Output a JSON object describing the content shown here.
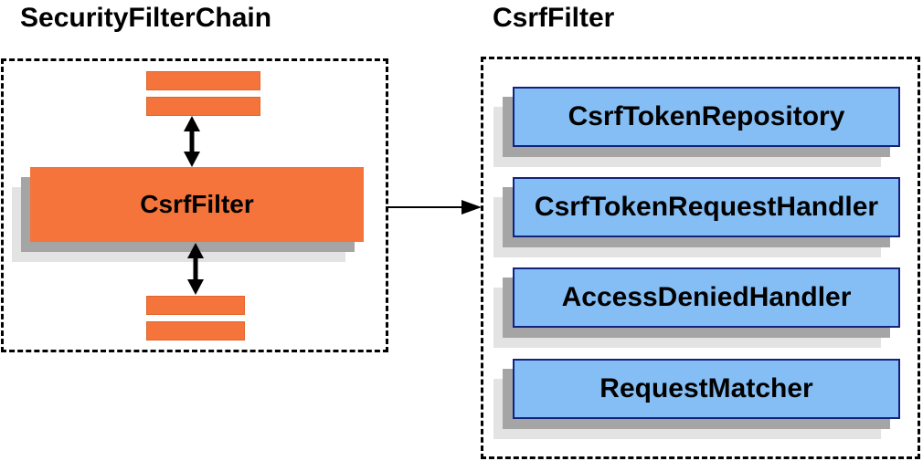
{
  "left_panel": {
    "title": "SecurityFilterChain",
    "csrf_filter_node": {
      "label": "CsrfFilter"
    },
    "other_filter_bars": {
      "top_count": 2,
      "bottom_count": 2
    }
  },
  "right_panel": {
    "title": "CsrfFilter",
    "components": [
      {
        "label": "CsrfTokenRepository"
      },
      {
        "label": "CsrfTokenRequestHandler"
      },
      {
        "label": "AccessDeniedHandler"
      },
      {
        "label": "RequestMatcher"
      }
    ]
  },
  "icons": {
    "vertical_arrow": "up-down-arrow-icon",
    "flow_arrow": "right-arrow-icon"
  },
  "colors": {
    "orange_fill": "#F4743B",
    "orange_border": "#E0662A",
    "blue_fill": "#85BEF5",
    "blue_border": "#14227F",
    "shadow_dark": "#A5A5A5",
    "shadow_light": "#E3E3E3",
    "line_black": "#000000",
    "background": "#FFFFFF"
  }
}
